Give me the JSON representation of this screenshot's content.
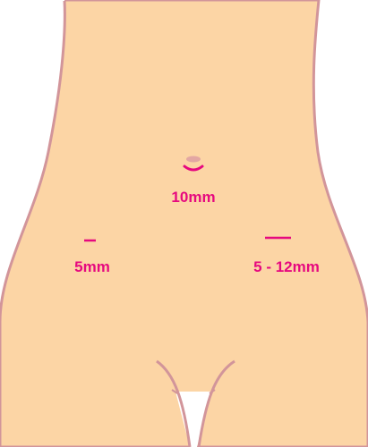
{
  "colors": {
    "skin": "#fcd5a5",
    "outline": "#d2959a",
    "incision": "#e6097f",
    "navel": "#e3a7a3",
    "underwear": "#ffffff"
  },
  "incisions": [
    {
      "id": "umbilical",
      "label": "10mm"
    },
    {
      "id": "left",
      "label": "5mm"
    },
    {
      "id": "right",
      "label": "5 - 12mm"
    }
  ]
}
